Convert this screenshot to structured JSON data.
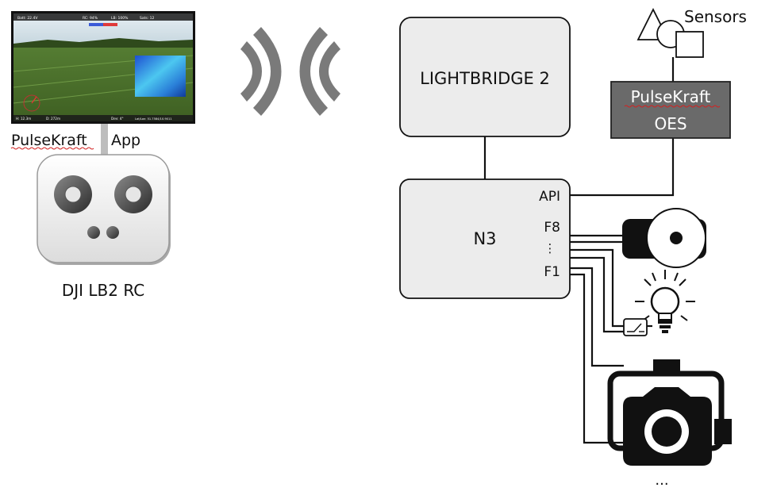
{
  "app": {
    "name": "PulseKraft",
    "suffix": "App",
    "overlay_top": [
      "Batt: 22.4V",
      "RC: 94%",
      "LB: 100%",
      "Sats: 12"
    ],
    "overlay_bottom": [
      "H: 12.3m",
      "D: 272m",
      "Dev: 4°",
      "Lat/Lon: 51.7584/10.9011"
    ]
  },
  "rc": {
    "label": "DJI LB2 RC"
  },
  "wireless": {
    "icon": "wireless-signal-icon"
  },
  "lightbridge": {
    "label": "LIGHTBRIDGE 2"
  },
  "oes": {
    "brand": "PulseKraft",
    "suffix": "OES"
  },
  "sensors": {
    "label": "Sensors"
  },
  "n3": {
    "label": "N3",
    "ports": {
      "api": "API",
      "f8": "F8",
      "dots": "⋮",
      "f1": "F1"
    }
  },
  "devices": {
    "sprayer": "sprayer-icon",
    "light": "light-bulb-icon",
    "switch": "switch-icon",
    "camera": "camera-icon",
    "more": "..."
  },
  "colors": {
    "box_fill": "#ececec",
    "oes_fill": "#6a6a6a",
    "signal": "#7a7a7a",
    "squiggle": "#d32222",
    "rc_body": "#f2f2f2"
  }
}
